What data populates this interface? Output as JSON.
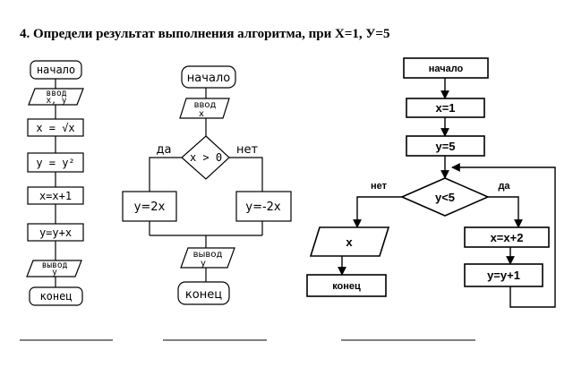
{
  "title": "4. Определи результат выполнения алгоритма, при X=1, У=5",
  "flow1": {
    "start": "начало",
    "input_line1": "ввод",
    "input_line2": "х, у",
    "step1": "x = √x",
    "step2": "y = y²",
    "step3": "x=x+1",
    "step4": "y=y+x",
    "output_line1": "вывод",
    "output_line2": "у",
    "end": "конец"
  },
  "flow2": {
    "start": "начало",
    "input_line1": "ввод",
    "input_line2": "х",
    "condition": "x > 0",
    "yes": "да",
    "no": "нет",
    "yes_action": "y=2x",
    "no_action": "y=-2x",
    "output_line1": "вывод",
    "output_line2": "у",
    "end": "конец"
  },
  "flow3": {
    "start": "начало",
    "step1": "x=1",
    "step2": "y=5",
    "condition": "y<5",
    "yes": "да",
    "no": "нет",
    "output": "x",
    "end": "конец",
    "loop1": "x=x+2",
    "loop2": "y=y+1"
  }
}
